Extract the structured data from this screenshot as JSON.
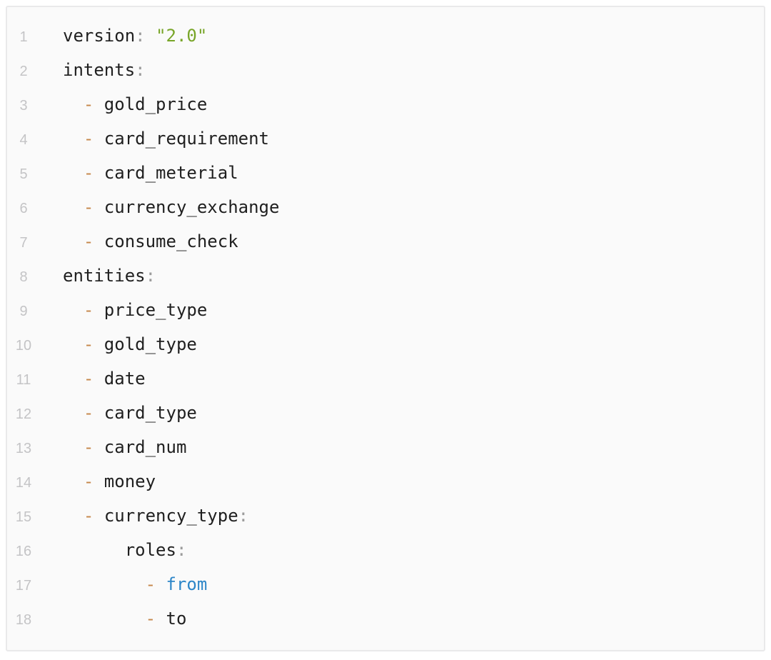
{
  "colors": {
    "page_background": "#ffffff",
    "card_background": "#fafafa",
    "card_border": "#e9e9ea",
    "line_number": "#c4c4c6"
  },
  "code": {
    "token_colors": {
      "plain": "#1f1f1f",
      "key": "#1f1f1f",
      "punct": "#9b9b9b",
      "string": "#78a528",
      "dash": "#c5874a",
      "keyword": "#2d86c8"
    },
    "lines": [
      {
        "n": "1",
        "segments": [
          {
            "text": "version",
            "type": "key"
          },
          {
            "text": ":",
            "type": "punct"
          },
          {
            "text": " ",
            "type": "plain"
          },
          {
            "text": "\"2.0\"",
            "type": "string"
          }
        ]
      },
      {
        "n": "2",
        "segments": [
          {
            "text": "intents",
            "type": "key"
          },
          {
            "text": ":",
            "type": "punct"
          }
        ]
      },
      {
        "n": "3",
        "segments": [
          {
            "text": "  ",
            "type": "plain"
          },
          {
            "text": "-",
            "type": "dash"
          },
          {
            "text": " gold_price",
            "type": "plain"
          }
        ]
      },
      {
        "n": "4",
        "segments": [
          {
            "text": "  ",
            "type": "plain"
          },
          {
            "text": "-",
            "type": "dash"
          },
          {
            "text": " card_requirement",
            "type": "plain"
          }
        ]
      },
      {
        "n": "5",
        "segments": [
          {
            "text": "  ",
            "type": "plain"
          },
          {
            "text": "-",
            "type": "dash"
          },
          {
            "text": " card_meterial",
            "type": "plain"
          }
        ]
      },
      {
        "n": "6",
        "segments": [
          {
            "text": "  ",
            "type": "plain"
          },
          {
            "text": "-",
            "type": "dash"
          },
          {
            "text": " currency_exchange",
            "type": "plain"
          }
        ]
      },
      {
        "n": "7",
        "segments": [
          {
            "text": "  ",
            "type": "plain"
          },
          {
            "text": "-",
            "type": "dash"
          },
          {
            "text": " consume_check",
            "type": "plain"
          }
        ]
      },
      {
        "n": "8",
        "segments": [
          {
            "text": "entities",
            "type": "key"
          },
          {
            "text": ":",
            "type": "punct"
          }
        ]
      },
      {
        "n": "9",
        "segments": [
          {
            "text": "  ",
            "type": "plain"
          },
          {
            "text": "-",
            "type": "dash"
          },
          {
            "text": " price_type",
            "type": "plain"
          }
        ]
      },
      {
        "n": "10",
        "segments": [
          {
            "text": "  ",
            "type": "plain"
          },
          {
            "text": "-",
            "type": "dash"
          },
          {
            "text": " gold_type",
            "type": "plain"
          }
        ]
      },
      {
        "n": "11",
        "segments": [
          {
            "text": "  ",
            "type": "plain"
          },
          {
            "text": "-",
            "type": "dash"
          },
          {
            "text": " date",
            "type": "plain"
          }
        ]
      },
      {
        "n": "12",
        "segments": [
          {
            "text": "  ",
            "type": "plain"
          },
          {
            "text": "-",
            "type": "dash"
          },
          {
            "text": " card_type",
            "type": "plain"
          }
        ]
      },
      {
        "n": "13",
        "segments": [
          {
            "text": "  ",
            "type": "plain"
          },
          {
            "text": "-",
            "type": "dash"
          },
          {
            "text": " card_num",
            "type": "plain"
          }
        ]
      },
      {
        "n": "14",
        "segments": [
          {
            "text": "  ",
            "type": "plain"
          },
          {
            "text": "-",
            "type": "dash"
          },
          {
            "text": " money",
            "type": "plain"
          }
        ]
      },
      {
        "n": "15",
        "segments": [
          {
            "text": "  ",
            "type": "plain"
          },
          {
            "text": "-",
            "type": "dash"
          },
          {
            "text": " ",
            "type": "plain"
          },
          {
            "text": "currency_type",
            "type": "key"
          },
          {
            "text": ":",
            "type": "punct"
          }
        ]
      },
      {
        "n": "16",
        "segments": [
          {
            "text": "      ",
            "type": "plain"
          },
          {
            "text": "roles",
            "type": "key"
          },
          {
            "text": ":",
            "type": "punct"
          }
        ]
      },
      {
        "n": "17",
        "segments": [
          {
            "text": "        ",
            "type": "plain"
          },
          {
            "text": "-",
            "type": "dash"
          },
          {
            "text": " ",
            "type": "plain"
          },
          {
            "text": "from",
            "type": "keyword"
          }
        ]
      },
      {
        "n": "18",
        "segments": [
          {
            "text": "        ",
            "type": "plain"
          },
          {
            "text": "-",
            "type": "dash"
          },
          {
            "text": " to",
            "type": "plain"
          }
        ]
      }
    ]
  }
}
